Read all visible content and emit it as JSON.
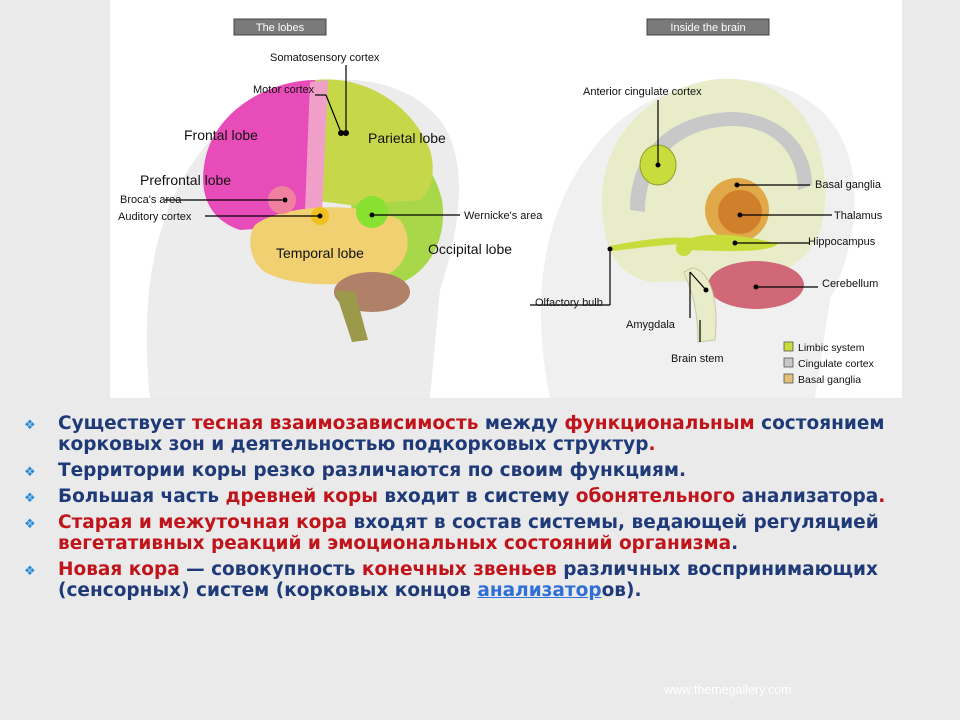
{
  "figure": {
    "lobes_header": "The lobes",
    "inside_header": "Inside the brain",
    "lobes_labels": {
      "somatosensory": "Somatosensory cortex",
      "motor": "Motor cortex",
      "frontal": "Frontal lobe",
      "parietal": "Parietal lobe",
      "prefrontal": "Prefrontal lobe",
      "broca": "Broca's area",
      "auditory": "Auditory cortex",
      "wernicke": "Wernicke's area",
      "temporal": "Temporal lobe",
      "occipital": "Occipital lobe"
    },
    "inside_labels": {
      "anterior_cingulate": "Anterior cingulate cortex",
      "basal_ganglia": "Basal ganglia",
      "thalamus": "Thalamus",
      "hippocampus": "Hippocampus",
      "cerebellum": "Cerebellum",
      "olfactory": "Olfactory bulb",
      "amygdala": "Amygdala",
      "brain_stem": "Brain stem"
    },
    "legend": [
      {
        "label": "Limbic system",
        "color": "#c8dc3c"
      },
      {
        "label": "Cingulate cortex",
        "color": "#c8c8c8"
      },
      {
        "label": "Basal ganglia",
        "color": "#e0c07a"
      }
    ]
  },
  "bullets": [
    {
      "parts": [
        {
          "text": "Существует ",
          "style": "normal"
        },
        {
          "text": "тесная взаимозависимость",
          "style": "hl"
        },
        {
          "text": " между ",
          "style": "normal"
        },
        {
          "text": "функциональным",
          "style": "hl"
        },
        {
          "text": " состоянием корковых зон и деятельностью подкорковых структур",
          "style": "normal"
        },
        {
          "text": ".",
          "style": "hl"
        }
      ]
    },
    {
      "parts": [
        {
          "text": " Территории коры резко различаются по своим функциям.",
          "style": "normal"
        }
      ]
    },
    {
      "parts": [
        {
          "text": " Большая часть ",
          "style": "normal"
        },
        {
          "text": "древней коры",
          "style": "hl"
        },
        {
          "text": " входит в систему ",
          "style": "normal"
        },
        {
          "text": "обонятельного",
          "style": "hl"
        },
        {
          "text": " анализатора",
          "style": "normal"
        },
        {
          "text": ".",
          "style": "hl"
        }
      ]
    },
    {
      "parts": [
        {
          "text": " Старая и межуточная кора",
          "style": "hl"
        },
        {
          "text": " входят в состав системы, ведающей регуляцией ",
          "style": "normal"
        },
        {
          "text": "вегетативных реакций и эмоциональных состояний организма",
          "style": "hl"
        },
        {
          "text": ".",
          "style": "normal"
        }
      ]
    },
    {
      "parts": [
        {
          "text": " Новая кора",
          "style": "hl"
        },
        {
          "text": " — совокупность ",
          "style": "normal"
        },
        {
          "text": "конечных звеньев",
          "style": "hl"
        },
        {
          "text": " различных воспринимающих (сенсорных) систем (корковых концов ",
          "style": "normal"
        },
        {
          "text": "анализатор",
          "style": "link"
        },
        {
          "text": "ов).",
          "style": "normal"
        }
      ]
    }
  ],
  "footer": "www.themegallery.com"
}
